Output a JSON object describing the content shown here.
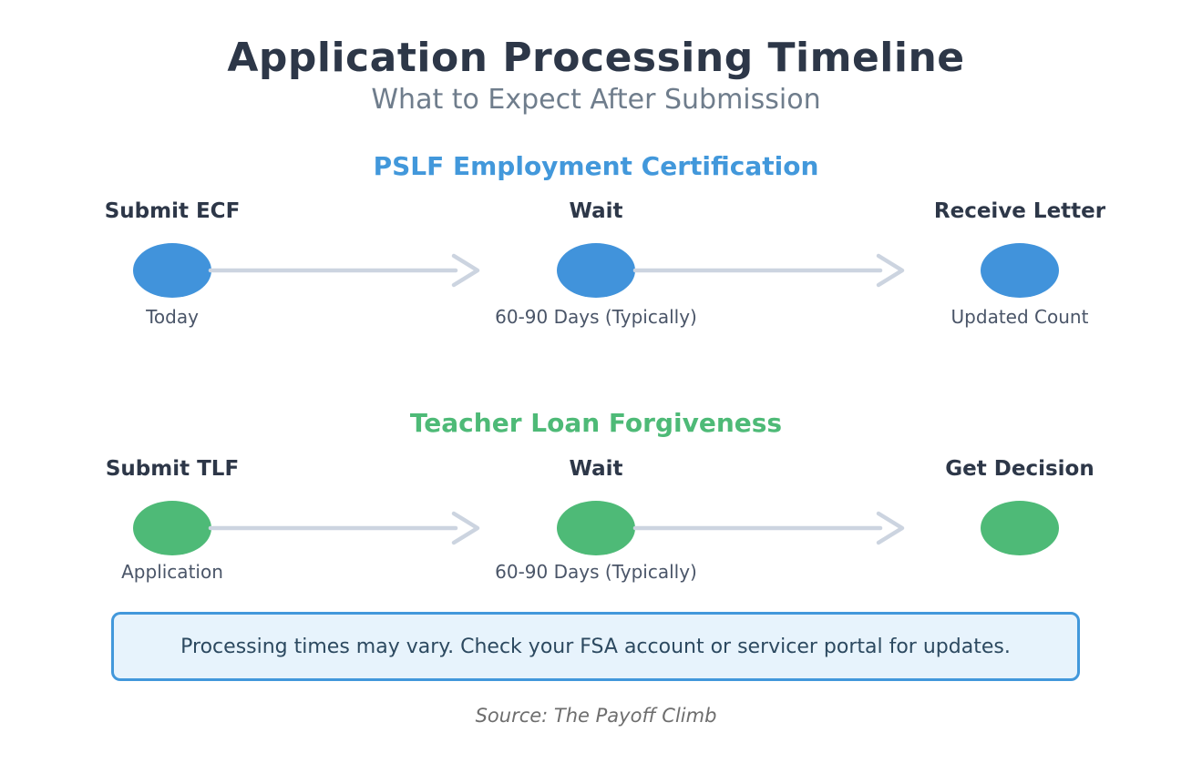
{
  "title": "Application Processing Timeline",
  "subtitle": "What to Expect After Submission",
  "sections": [
    {
      "heading": "PSLF Employment Certification",
      "accent_color": "#4298db",
      "steps": [
        {
          "label": "Submit ECF",
          "caption": "Today"
        },
        {
          "label": "Wait",
          "caption": "60-90 Days (Typically)"
        },
        {
          "label": "Receive Letter",
          "caption": "Updated Count"
        }
      ]
    },
    {
      "heading": "Teacher Loan Forgiveness",
      "accent_color": "#4eba77",
      "steps": [
        {
          "label": "Submit TLF",
          "caption": "Application"
        },
        {
          "label": "Wait",
          "caption": "60-90 Days (Typically)"
        },
        {
          "label": "Get Decision",
          "caption": ""
        }
      ]
    }
  ],
  "note": "Processing times may vary. Check your FSA account or servicer portal for updates.",
  "footer": "Source: The Payoff Climb",
  "icons": {
    "flow_arrow": "arrow-right"
  },
  "colors": {
    "pslf_accent": "#4298db",
    "tlf_accent": "#4eba77",
    "title_text": "#2d3748",
    "subtitle_text": "#6f7d8c",
    "caption_text": "#4a5568",
    "arrow": "#ccd4e0",
    "note_border": "#4298db",
    "note_background": "#e7f3fc",
    "note_text": "#2c4960",
    "footer_text": "#6e6e6e"
  }
}
